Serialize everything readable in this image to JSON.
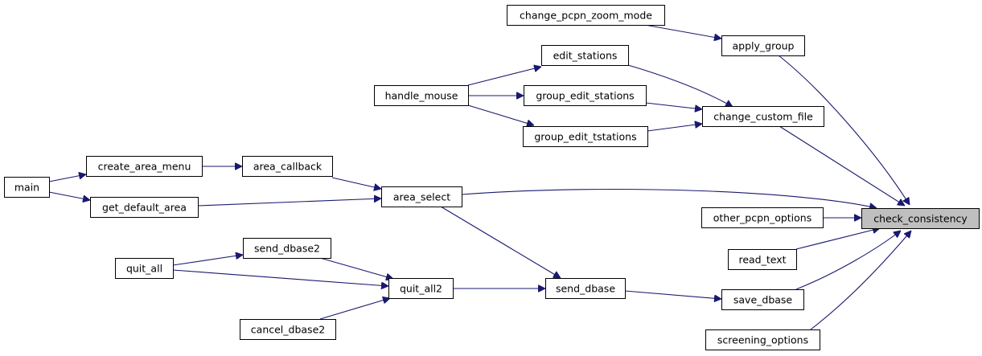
{
  "colors": {
    "edge": "#191970",
    "node_border": "#000000",
    "node_fill": "#ffffff",
    "highlight_fill": "#bfbfbf"
  },
  "nodes": [
    {
      "id": "check_consistency",
      "label": "check_consistency",
      "highlight": true
    },
    {
      "id": "change_pcpn_zoom_mode",
      "label": "change_pcpn_zoom_mode"
    },
    {
      "id": "apply_group",
      "label": "apply_group"
    },
    {
      "id": "edit_stations",
      "label": "edit_stations"
    },
    {
      "id": "handle_mouse",
      "label": "handle_mouse"
    },
    {
      "id": "group_edit_stations",
      "label": "group_edit_stations"
    },
    {
      "id": "change_custom_file",
      "label": "change_custom_file"
    },
    {
      "id": "group_edit_tstations",
      "label": "group_edit_tstations"
    },
    {
      "id": "create_area_menu",
      "label": "create_area_menu"
    },
    {
      "id": "area_callback",
      "label": "area_callback"
    },
    {
      "id": "main",
      "label": "main"
    },
    {
      "id": "get_default_area",
      "label": "get_default_area"
    },
    {
      "id": "area_select",
      "label": "area_select"
    },
    {
      "id": "other_pcpn_options",
      "label": "other_pcpn_options"
    },
    {
      "id": "send_dbase2",
      "label": "send_dbase2"
    },
    {
      "id": "read_text",
      "label": "read_text"
    },
    {
      "id": "quit_all",
      "label": "quit_all"
    },
    {
      "id": "quit_all2",
      "label": "quit_all2"
    },
    {
      "id": "send_dbase",
      "label": "send_dbase"
    },
    {
      "id": "save_dbase",
      "label": "save_dbase"
    },
    {
      "id": "cancel_dbase2",
      "label": "cancel_dbase2"
    },
    {
      "id": "screening_options",
      "label": "screening_options"
    }
  ],
  "edges": [
    {
      "from": "change_pcpn_zoom_mode",
      "to": "apply_group"
    },
    {
      "from": "apply_group",
      "to": "check_consistency"
    },
    {
      "from": "edit_stations",
      "to": "change_custom_file"
    },
    {
      "from": "handle_mouse",
      "to": "edit_stations"
    },
    {
      "from": "handle_mouse",
      "to": "group_edit_stations"
    },
    {
      "from": "handle_mouse",
      "to": "group_edit_tstations"
    },
    {
      "from": "group_edit_stations",
      "to": "change_custom_file"
    },
    {
      "from": "group_edit_tstations",
      "to": "change_custom_file"
    },
    {
      "from": "change_custom_file",
      "to": "check_consistency"
    },
    {
      "from": "main",
      "to": "create_area_menu"
    },
    {
      "from": "main",
      "to": "get_default_area"
    },
    {
      "from": "create_area_menu",
      "to": "area_callback"
    },
    {
      "from": "area_callback",
      "to": "area_select"
    },
    {
      "from": "get_default_area",
      "to": "area_select"
    },
    {
      "from": "area_select",
      "to": "check_consistency"
    },
    {
      "from": "area_select",
      "to": "send_dbase"
    },
    {
      "from": "other_pcpn_options",
      "to": "check_consistency"
    },
    {
      "from": "read_text",
      "to": "check_consistency"
    },
    {
      "from": "quit_all",
      "to": "send_dbase2"
    },
    {
      "from": "quit_all",
      "to": "quit_all2"
    },
    {
      "from": "send_dbase2",
      "to": "quit_all2"
    },
    {
      "from": "cancel_dbase2",
      "to": "quit_all2"
    },
    {
      "from": "quit_all2",
      "to": "send_dbase"
    },
    {
      "from": "send_dbase",
      "to": "save_dbase"
    },
    {
      "from": "save_dbase",
      "to": "check_consistency"
    },
    {
      "from": "screening_options",
      "to": "check_consistency"
    }
  ]
}
